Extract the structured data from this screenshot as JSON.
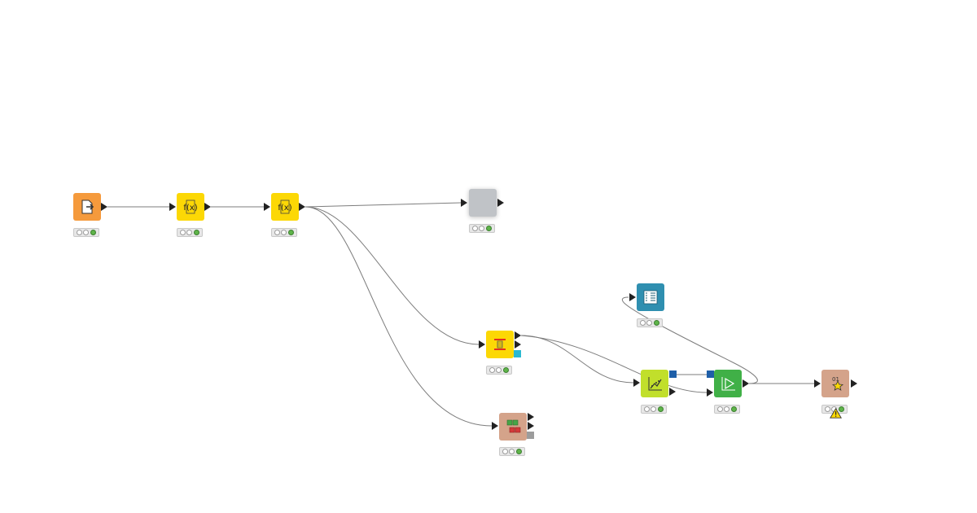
{
  "workflow": {
    "nodes": [
      {
        "id": "n1",
        "name": "table-reader-node",
        "icon": "file-reader-icon",
        "color": "#f59a3c",
        "status": [
          "off",
          "off",
          "green"
        ],
        "warning": false
      },
      {
        "id": "n2",
        "name": "math-formula-node-1",
        "icon": "math-formula-icon",
        "color": "#fcd805",
        "status": [
          "off",
          "off",
          "green"
        ],
        "warning": false
      },
      {
        "id": "n3",
        "name": "math-formula-node-2",
        "icon": "math-formula-icon",
        "color": "#fcd805",
        "status": [
          "off",
          "off",
          "green"
        ],
        "warning": false
      },
      {
        "id": "n4",
        "name": "component-node",
        "icon": "component-icon",
        "color": "#c0c3c7",
        "status": [
          "off",
          "off",
          "green"
        ],
        "warning": false
      },
      {
        "id": "n5",
        "name": "partitioning-node",
        "icon": "partitioning-icon",
        "color": "#fcd805",
        "status": [
          "off",
          "off",
          "green"
        ],
        "warning": false
      },
      {
        "id": "n6",
        "name": "column-splitter-node",
        "icon": "split-columns-icon",
        "color": "#d4a38a",
        "status": [
          "off",
          "off",
          "green"
        ],
        "warning": false
      },
      {
        "id": "n7",
        "name": "learner-node",
        "icon": "learner-chart-icon",
        "color": "#c1df2b",
        "status": [
          "off",
          "off",
          "green"
        ],
        "warning": false
      },
      {
        "id": "n8",
        "name": "predictor-node",
        "icon": "predictor-icon",
        "color": "#40b047",
        "status": [
          "off",
          "off",
          "green"
        ],
        "warning": false
      },
      {
        "id": "n9",
        "name": "view-node",
        "icon": "table-view-icon",
        "color": "#2f8fb0",
        "status": [
          "off",
          "off",
          "green"
        ],
        "warning": false
      },
      {
        "id": "n10",
        "name": "scorer-node",
        "icon": "scorer-star-icon",
        "color": "#d4a38a",
        "status": [
          "off",
          "off",
          "green"
        ],
        "warning": true
      }
    ],
    "connections": [
      {
        "from": "n1",
        "to": "n2"
      },
      {
        "from": "n2",
        "to": "n3"
      },
      {
        "from": "n3",
        "to": "n4"
      },
      {
        "from": "n3",
        "to": "n5"
      },
      {
        "from": "n3",
        "to": "n6"
      },
      {
        "from": "n5",
        "to": "n7"
      },
      {
        "from": "n5",
        "to": "n8"
      },
      {
        "from": "n7",
        "to": "n8"
      },
      {
        "from": "n8",
        "to": "n10"
      },
      {
        "from": "n8",
        "to": "n9"
      }
    ]
  }
}
